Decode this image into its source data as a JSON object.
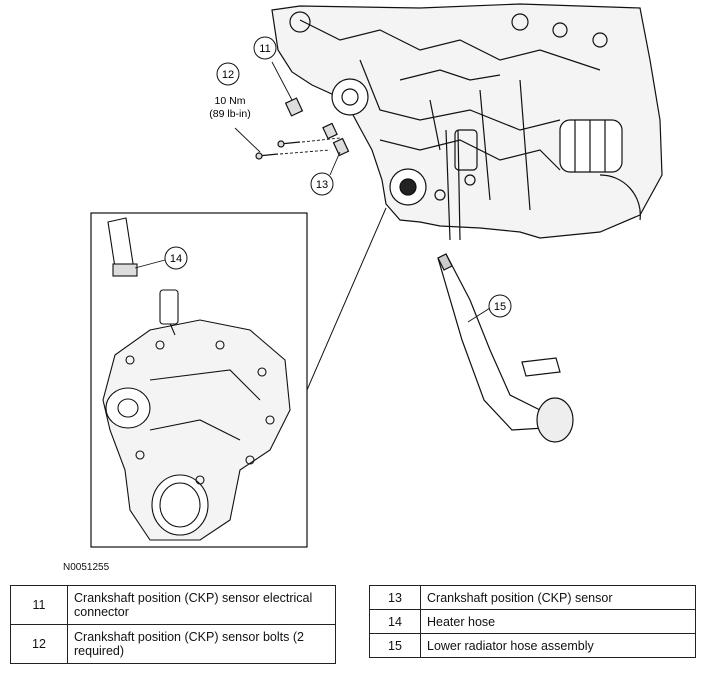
{
  "callouts": {
    "c11": "11",
    "c12": "12",
    "c13": "13",
    "c14": "14",
    "c15": "15"
  },
  "torque_spec": {
    "nm": "10 Nm",
    "lbin": "(89 lb-in)"
  },
  "figure_id": "N0051255",
  "legend_left": [
    {
      "num": "11",
      "desc": "Crankshaft position (CKP) sensor electrical connector"
    },
    {
      "num": "12",
      "desc": "Crankshaft position (CKP) sensor bolts (2 required)"
    }
  ],
  "legend_right": [
    {
      "num": "13",
      "desc": "Crankshaft position (CKP) sensor"
    },
    {
      "num": "14",
      "desc": "Heater hose"
    },
    {
      "num": "15",
      "desc": "Lower radiator hose assembly"
    }
  ]
}
